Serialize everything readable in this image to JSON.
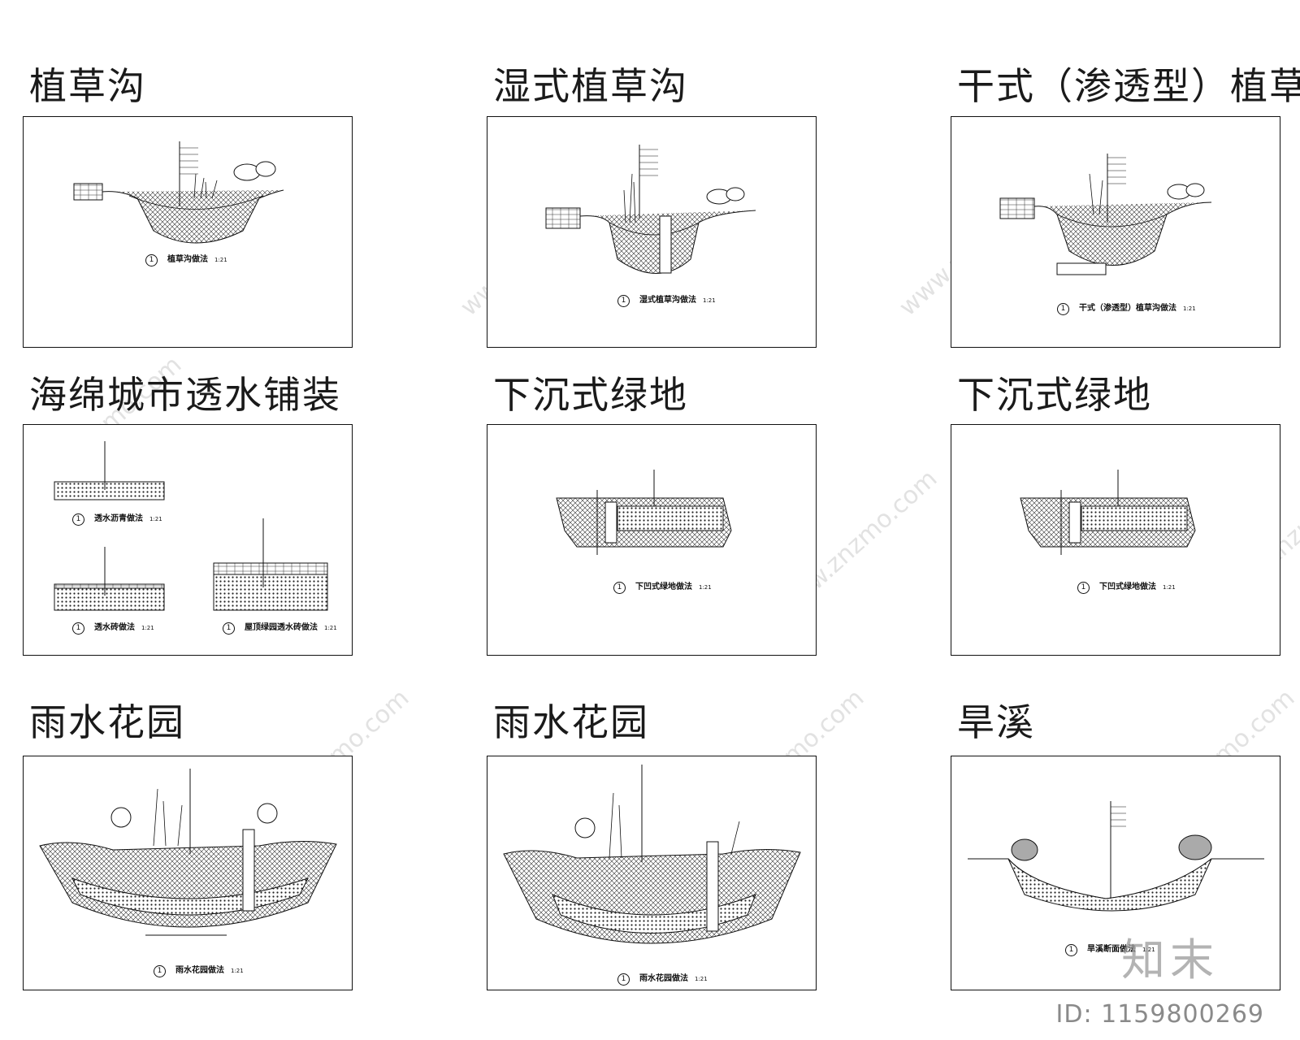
{
  "cells": [
    {
      "title": "植草沟",
      "caption": "植草沟做法",
      "num": "1",
      "scale": "1:21"
    },
    {
      "title": "湿式植草沟",
      "caption": "湿式植草沟做法",
      "num": "1",
      "scale": "1:21"
    },
    {
      "title": "干式（渗透型）植草沟",
      "caption": "干式（渗透型）植草沟做法",
      "num": "1",
      "scale": "1:21"
    },
    {
      "title": "海绵城市透水铺装",
      "caption": "透水沥青做法",
      "caption2": "透水砖做法",
      "caption3": "屋顶绿园透水砖做法",
      "num": "1",
      "scale": "1:21"
    },
    {
      "title": "下沉式绿地",
      "caption": "下凹式绿地做法",
      "num": "1",
      "scale": "1:21"
    },
    {
      "title": "下沉式绿地",
      "caption": "下凹式绿地做法",
      "num": "1",
      "scale": "1:21"
    },
    {
      "title": "雨水花园",
      "caption": "雨水花园做法",
      "num": "1",
      "scale": "1:21"
    },
    {
      "title": "雨水花园",
      "caption": "雨水花园做法",
      "num": "1",
      "scale": "1:21"
    },
    {
      "title": "旱溪",
      "caption": "旱溪断面做法",
      "num": "1",
      "scale": "1:21"
    }
  ],
  "watermark": {
    "logo": "知末",
    "id": "ID: 1159800269",
    "diagonal": "www.znzmo.com"
  }
}
